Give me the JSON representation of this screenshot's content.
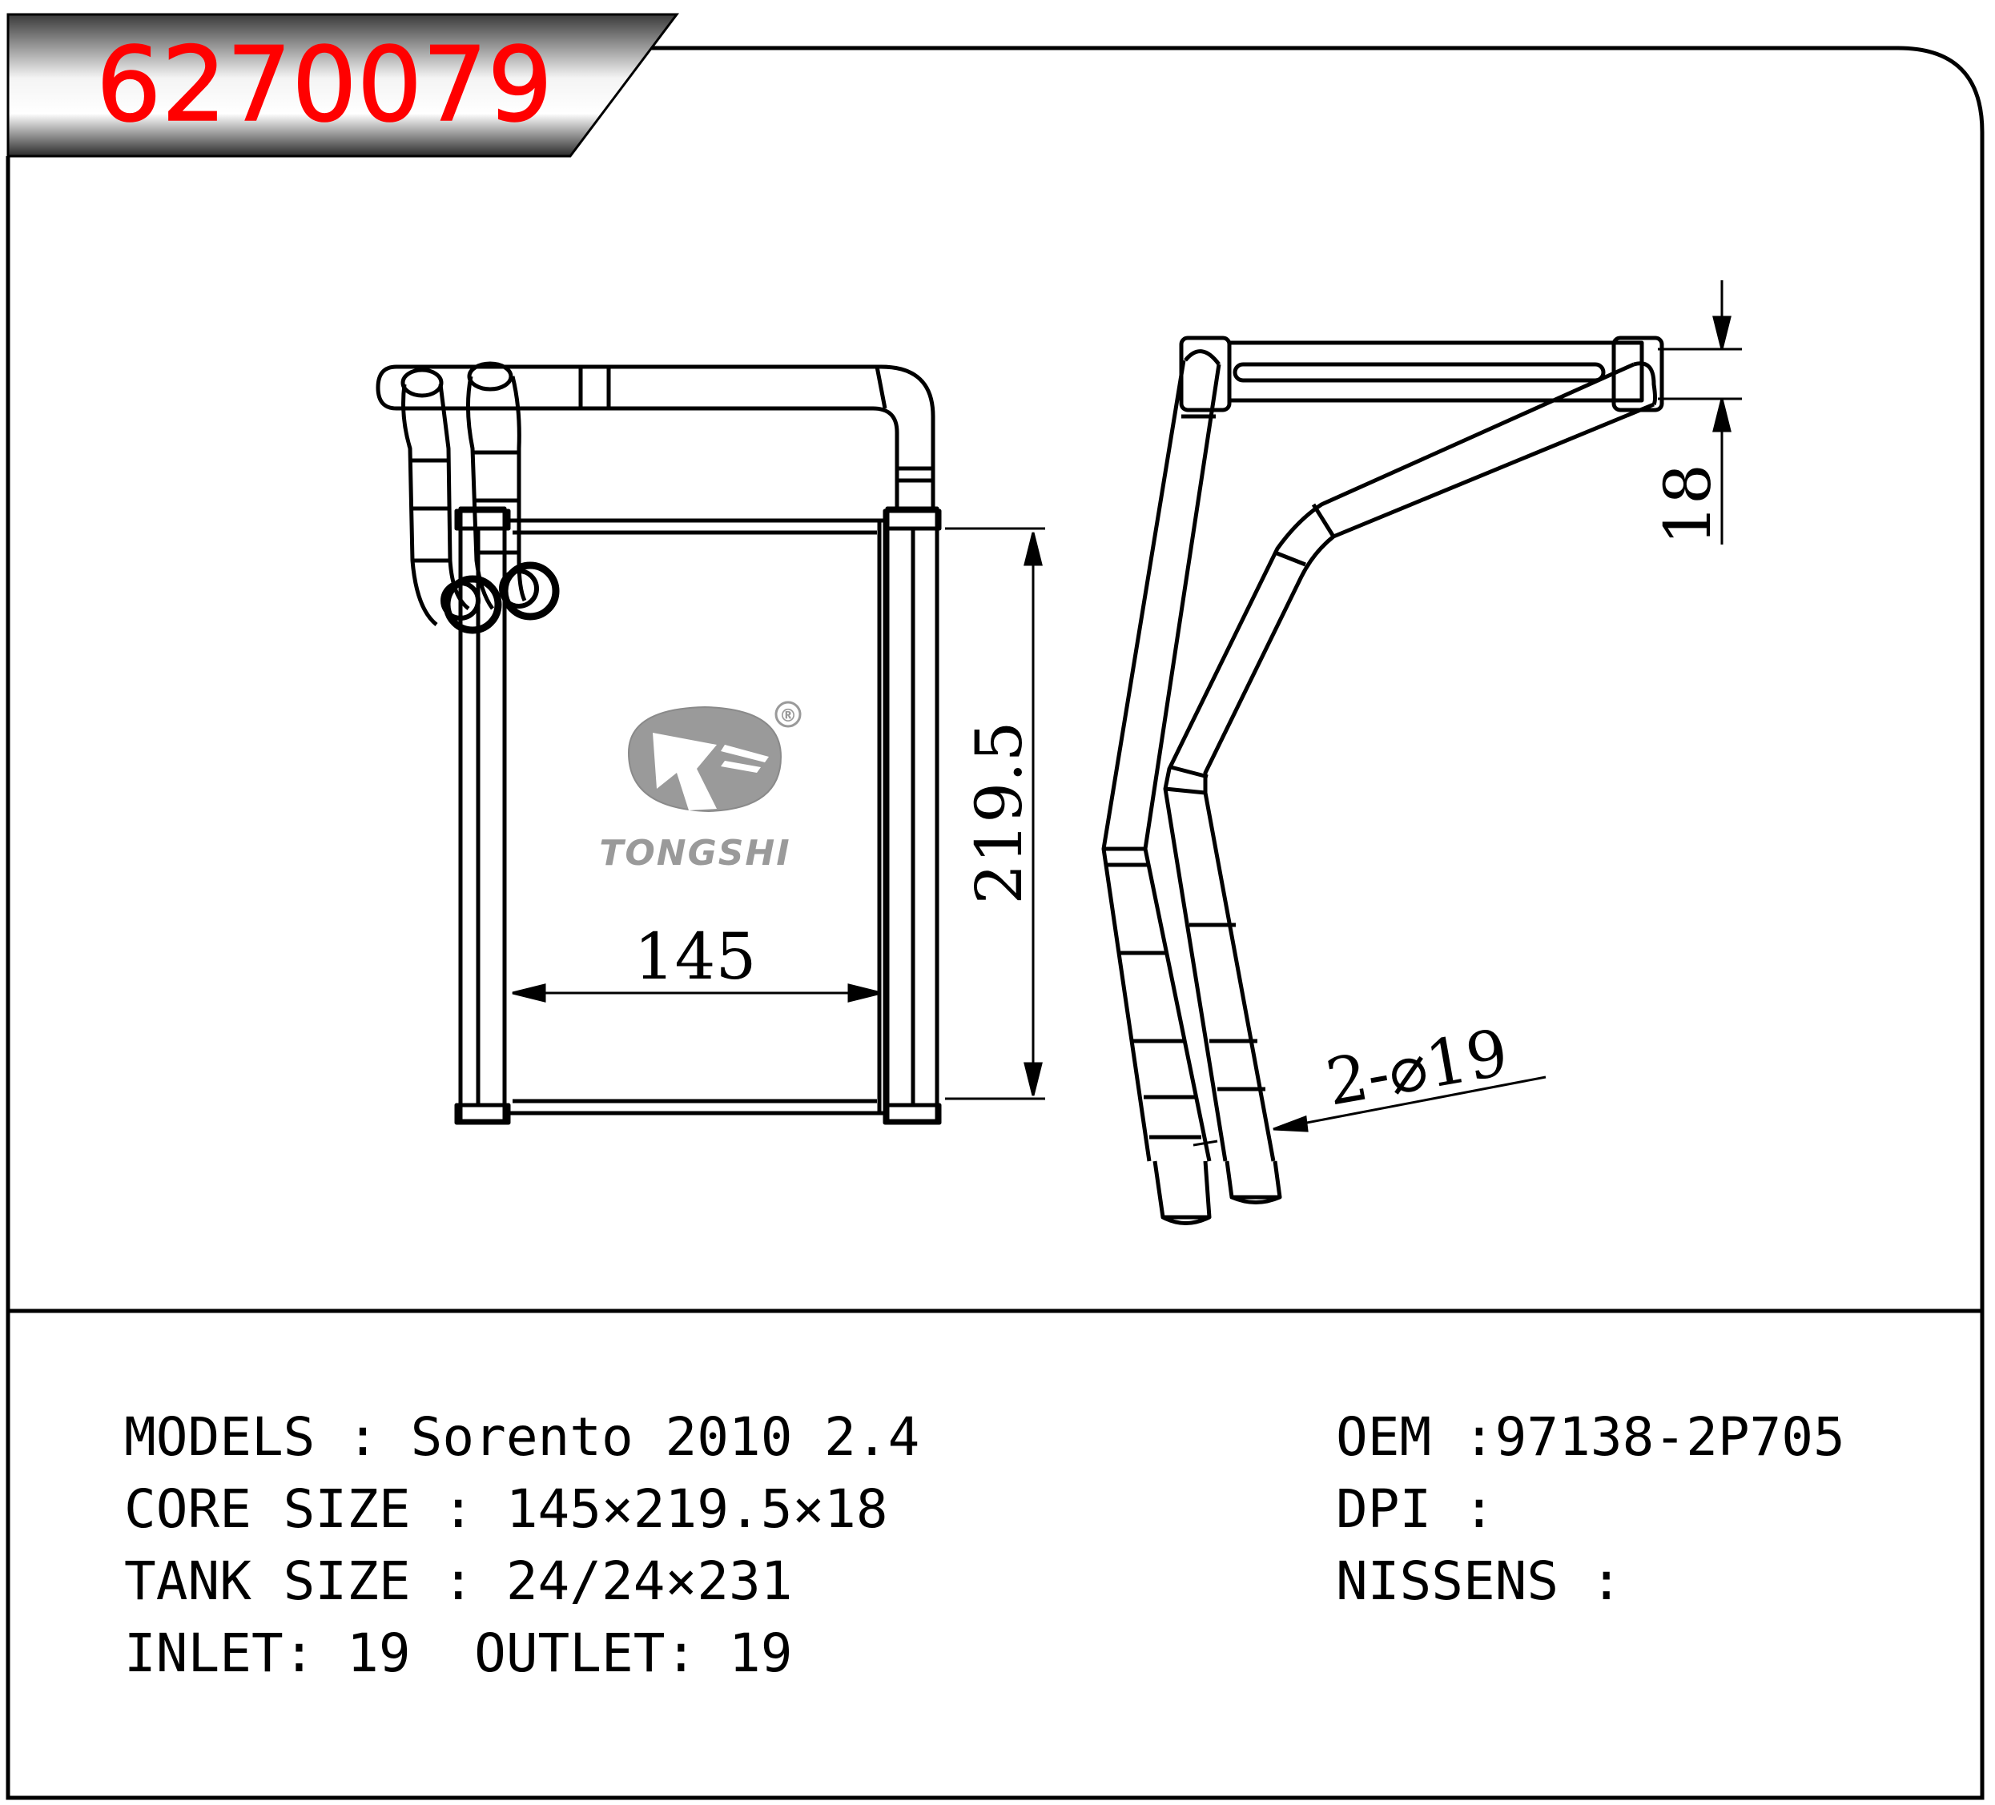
{
  "part_number": "6270079",
  "brand": {
    "name": "TONGSHI",
    "registered_mark": "®"
  },
  "dimensions": {
    "width": "145",
    "height": "219.5",
    "thickness": "18",
    "pipes": "2-⌀19"
  },
  "specs": {
    "models": "MODELS : Sorento 2010 2.4",
    "core_size": "CORE SIZE : 145×219.5×18",
    "tank_size": "TANK SIZE : 24/24×231",
    "inlet_outlet": "INLET: 19  OUTLET: 19",
    "oem": "OEM :97138-2P705",
    "dpi": "DPI :",
    "nissens": "NISSENS :"
  },
  "colors": {
    "part_number": "#ff0000",
    "line": "#000000",
    "logo": "#9a9a9a",
    "banner_dark": "#333333",
    "banner_light": "#f2f2f2"
  }
}
